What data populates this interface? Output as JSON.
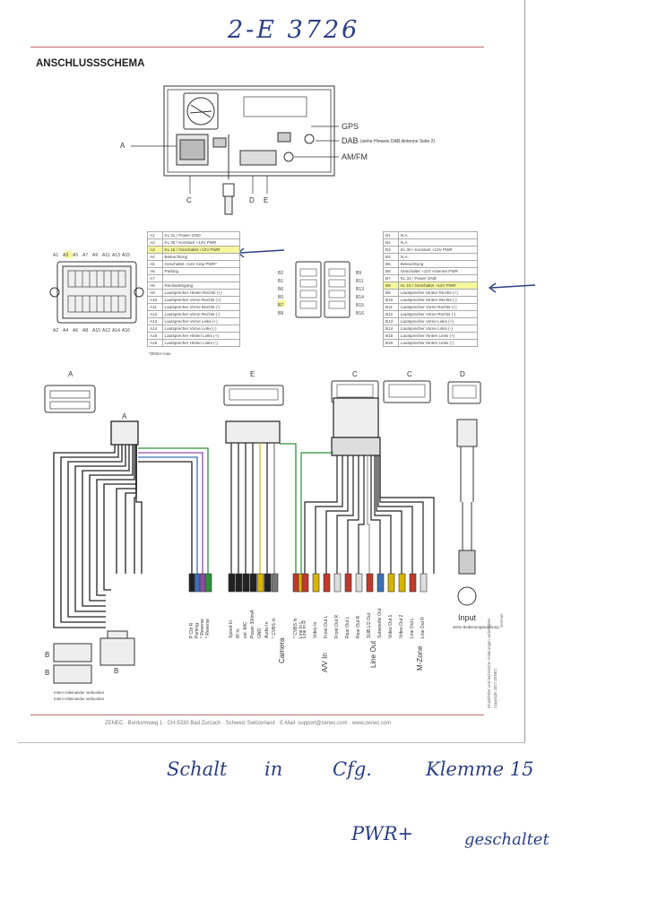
{
  "handwriting": {
    "code": "2-E 3726",
    "note_line1": [
      "Schalt",
      "in",
      "Cfg.",
      "Klemme 15"
    ],
    "note_line2": [
      "PWR+",
      "geschaltet"
    ]
  },
  "document": {
    "title": "ANSCHLUSSSCHEMA",
    "rear_labels": {
      "a": "A",
      "gps": "GPS",
      "dab": "DAB",
      "dab_note": "(siehe Hinweis DAB-Antenne Seite 2)",
      "amfm": "AM/FM",
      "c": "C",
      "d": "D",
      "e": "E"
    },
    "connector_a_top_pins": [
      "A1",
      "A3",
      "A5",
      "A7",
      "A9",
      "A11",
      "A13",
      "A15"
    ],
    "connector_a_bottom_pins": [
      "A2",
      "A4",
      "A6",
      "A8",
      "A10",
      "A12",
      "A14",
      "A16"
    ],
    "table_a": [
      {
        "pin": "A1",
        "desc": "KL 31 / Power GND"
      },
      {
        "pin": "A2",
        "desc": "KL 30 / Konstant +12V PWR"
      },
      {
        "pin": "A3",
        "desc": "KL 15 / Geschaltet +12V PWR"
      },
      {
        "pin": "A4",
        "desc": "Beleuchtung"
      },
      {
        "pin": "A5",
        "desc": "Geschaltet +12V Amp PWR*"
      },
      {
        "pin": "A6",
        "desc": "Parking"
      },
      {
        "pin": "A7",
        "desc": ""
      },
      {
        "pin": "A8",
        "desc": "Rückwärtsgang"
      },
      {
        "pin": "A9",
        "desc": "Lautsprecher Hinten Rechts (+)"
      },
      {
        "pin": "A10",
        "desc": "Lautsprecher Vorne Rechts (+)"
      },
      {
        "pin": "A11",
        "desc": "Lautsprecher Vorne Rechts (-)"
      },
      {
        "pin": "A12",
        "desc": "Lautsprecher Vorne Rechts (-)"
      },
      {
        "pin": "A13",
        "desc": "Lautsprecher Vorne Links (+)"
      },
      {
        "pin": "A14",
        "desc": "Lautsprecher Vorne Links (-)"
      },
      {
        "pin": "A15",
        "desc": "Lautsprecher Hinten Links (+)"
      },
      {
        "pin": "A16",
        "desc": "Lautsprecher Hinten Links (-)"
      }
    ],
    "table_a_note": "*300mA max",
    "connector_b_left_pins": [
      "B2",
      "B1",
      "B6",
      "B5",
      "B7",
      "B8"
    ],
    "connector_b_right_pins": [
      "B9",
      "B11",
      "B13",
      "B14",
      "B15",
      "B16"
    ],
    "table_b": [
      {
        "pin": "B1",
        "desc": "N.A."
      },
      {
        "pin": "B2",
        "desc": "N.A."
      },
      {
        "pin": "B3",
        "desc": "KL 30 / Konstant +12V PWR"
      },
      {
        "pin": "B4",
        "desc": "N.A."
      },
      {
        "pin": "B5",
        "desc": "Beleuchtung"
      },
      {
        "pin": "B6",
        "desc": "Geschaltet +12V Antenne PWR"
      },
      {
        "pin": "B7",
        "desc": "KL 31 / Power GND"
      },
      {
        "pin": "B8",
        "desc": "KL 15 / Geschaltet +12V PWR"
      },
      {
        "pin": "B9",
        "desc": "Lautsprecher Hinten Rechts (+)"
      },
      {
        "pin": "B10",
        "desc": "Lautsprecher Hinten Rechts (-)"
      },
      {
        "pin": "B11",
        "desc": "Lautsprecher Vorne Rechts (+)"
      },
      {
        "pin": "B12",
        "desc": "Lautsprecher Vorne Rechts (-)"
      },
      {
        "pin": "B13",
        "desc": "Lautsprecher Vorne Links (+)"
      },
      {
        "pin": "B14",
        "desc": "Lautsprecher Vorne Links (-)"
      },
      {
        "pin": "B15",
        "desc": "Lautsprecher Hinten Links (+)"
      },
      {
        "pin": "B16",
        "desc": "Lautsprecher Hinten Links (-)"
      }
    ],
    "harness_labels": {
      "a": "A",
      "e": "E",
      "c1": "C",
      "c2": "C",
      "d": "D",
      "b_main": "B",
      "b1": "B",
      "b2": "B"
    },
    "wire_labels": [
      "P Ctrl R",
      "Parking",
      "* Reverse",
      "* Reverse",
      "Speed In",
      "IR In",
      "ext. MIC",
      "Power 300mA",
      "GND",
      "Audio In",
      "* CVBS In",
      "* CVBS In",
      "Line In L",
      "Line In R",
      "Video In",
      "Front Out L",
      "Front Out R",
      "Rear Out L",
      "Rear Out R",
      "SUB L/2 Out",
      "Subwoofer Out",
      "Video Out 1",
      "Video Out 2",
      "Line Out L",
      "Line Out R"
    ],
    "group_labels": {
      "camera": "Camera",
      "av_in": "A/V In",
      "line_out": "Line Out",
      "m_zone": "M-Zone",
      "input": "Input",
      "input_note": "siehe Bedienungsanleitung"
    },
    "b_note_1": "Intern miteinander verbunden",
    "b_note_2": "Intern miteinander verbunden",
    "side_note_1": "Druckfehler und technische Änderungen vorbehalten",
    "side_note_2": "Copyright 2017 ZENEC",
    "side_note_3": "German",
    "footer": "ZENEC · Bonturmweg 1 · CH-5330 Bad Zurzach · Schweiz Switzerland · E-Mail: support@zenec.com · www.zenec.com"
  },
  "colors": {
    "ink_blue": "#2c3f86",
    "highlight": "#f6f79a",
    "wire_green": "#2f8f3a",
    "wire_purple": "#8a4ea0",
    "wire_blue": "#3b6fb8",
    "wire_red": "#c0392b",
    "wire_yellow": "#d7b400"
  }
}
